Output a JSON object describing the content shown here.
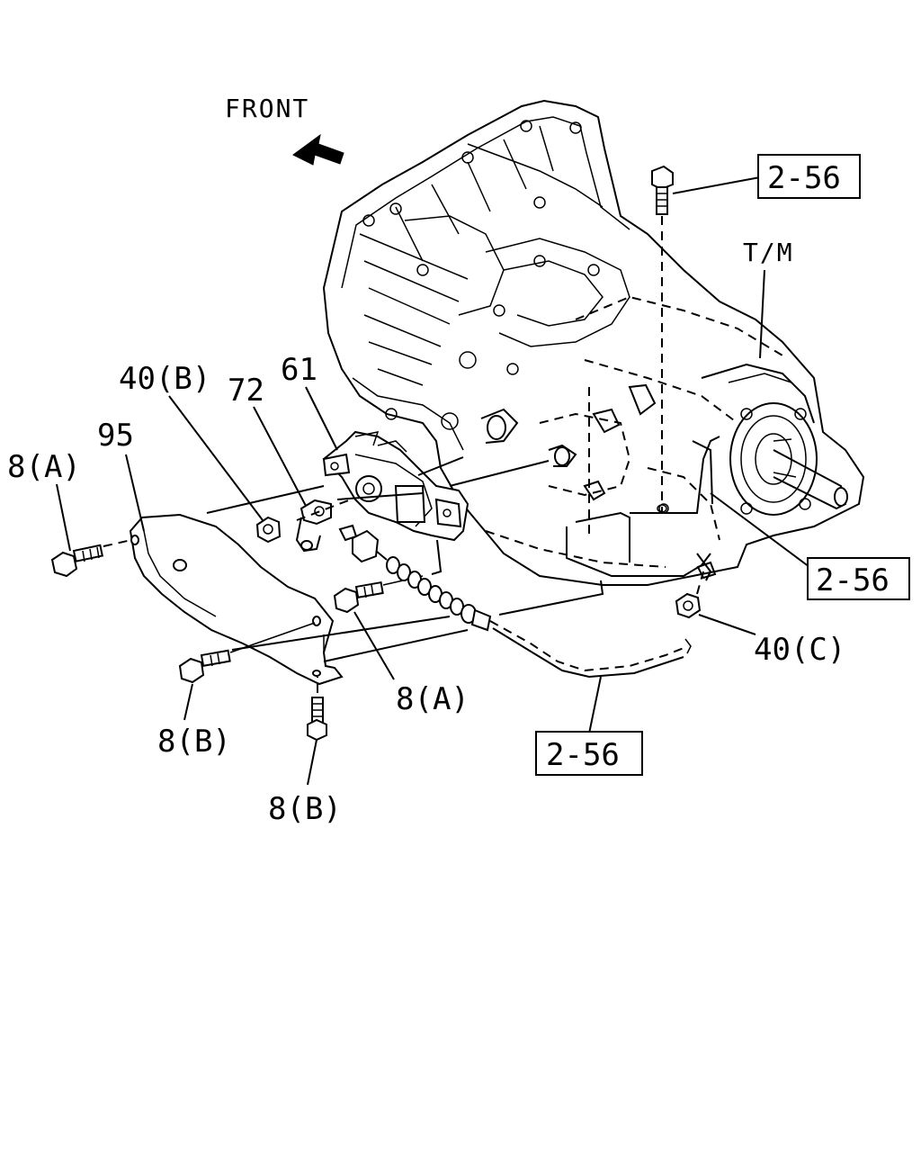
{
  "direction": {
    "label": "FRONT"
  },
  "assembly": {
    "label": "T/M"
  },
  "parts": [
    {
      "id": "bolt-8a-upper",
      "label": "8(A)"
    },
    {
      "id": "bracket-95",
      "label": "95"
    },
    {
      "id": "nut-40b",
      "label": "40(B)"
    },
    {
      "id": "clip-72",
      "label": "72"
    },
    {
      "id": "switch-61",
      "label": "61"
    },
    {
      "id": "bolt-8a-lower",
      "label": "8(A)"
    },
    {
      "id": "bolt-8b-side",
      "label": "8(B)"
    },
    {
      "id": "bolt-8b-bottom",
      "label": "8(B)"
    },
    {
      "id": "nut-40c",
      "label": "40(C)"
    }
  ],
  "references": [
    {
      "id": "ref-top",
      "label": "2-56"
    },
    {
      "id": "ref-right",
      "label": "2-56"
    },
    {
      "id": "ref-bottom",
      "label": "2-56"
    }
  ]
}
